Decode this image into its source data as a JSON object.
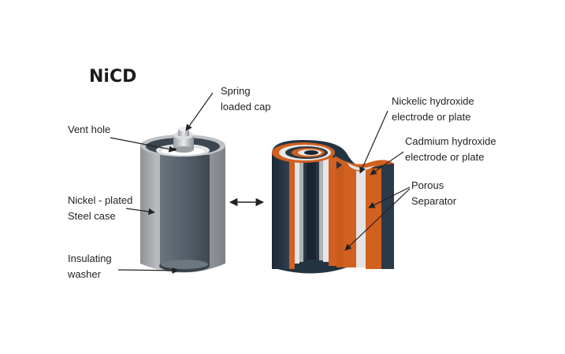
{
  "title": "NiCD",
  "labels": {
    "spring_cap": [
      "Spring",
      "loaded cap"
    ],
    "vent_hole": [
      "Vent hole"
    ],
    "nickel_case": [
      "Nickel - plated",
      "Steel case"
    ],
    "insulating_washer": [
      "Insulating",
      "washer"
    ],
    "nickelic": [
      "Nickelic hydroxide",
      "electrode or plate"
    ],
    "cadmium": [
      "Cadmium hydroxide",
      "electrode or plate"
    ],
    "separator": [
      "Porous",
      "Separator"
    ]
  },
  "colors": {
    "case_outer": "#a4a7ab",
    "case_inner": "#5b6670",
    "dark_layer": "#243341",
    "orange_layer": "#d2601f",
    "light_layer": "#e4e4e4",
    "mid_layer": "#aeb3b7"
  },
  "icons": [
    "double-arrow-icon"
  ]
}
